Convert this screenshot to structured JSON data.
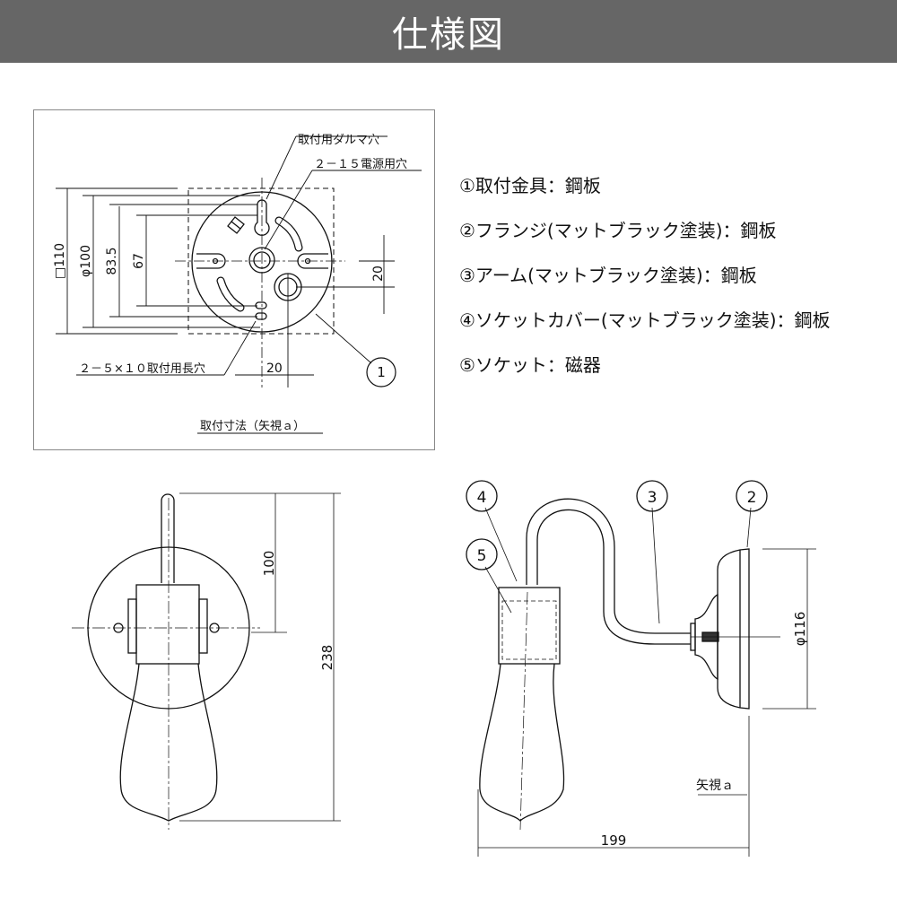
{
  "title": "仕様図",
  "mount_diagram": {
    "caption": "取付寸法（矢視ａ）",
    "label_daruma": "取付用ダルマ穴",
    "label_power_hole": "２－１５電源用穴",
    "label_long_hole": "２－５×１０取付用長穴",
    "dim_square": "□110",
    "dim_diameter": "φ100",
    "dim_83_5": "83.5",
    "dim_67": "67",
    "dim_20_vertical": "20",
    "dim_20_horizontal": "20",
    "callout_1": "1"
  },
  "specs": [
    "①取付金具：鋼板",
    "②フランジ(マットブラック塗装)：鋼板",
    "③アーム(マットブラック塗装)：鋼板",
    "④ソケットカバー(マットブラック塗装)：鋼板",
    "⑤ソケット：磁器"
  ],
  "front_view": {
    "dim_100": "100",
    "dim_238": "238"
  },
  "side_view": {
    "dim_199": "199",
    "dim_116": "φ116",
    "arrow_view": "矢視ａ",
    "callouts": [
      "2",
      "3",
      "4",
      "5"
    ]
  }
}
